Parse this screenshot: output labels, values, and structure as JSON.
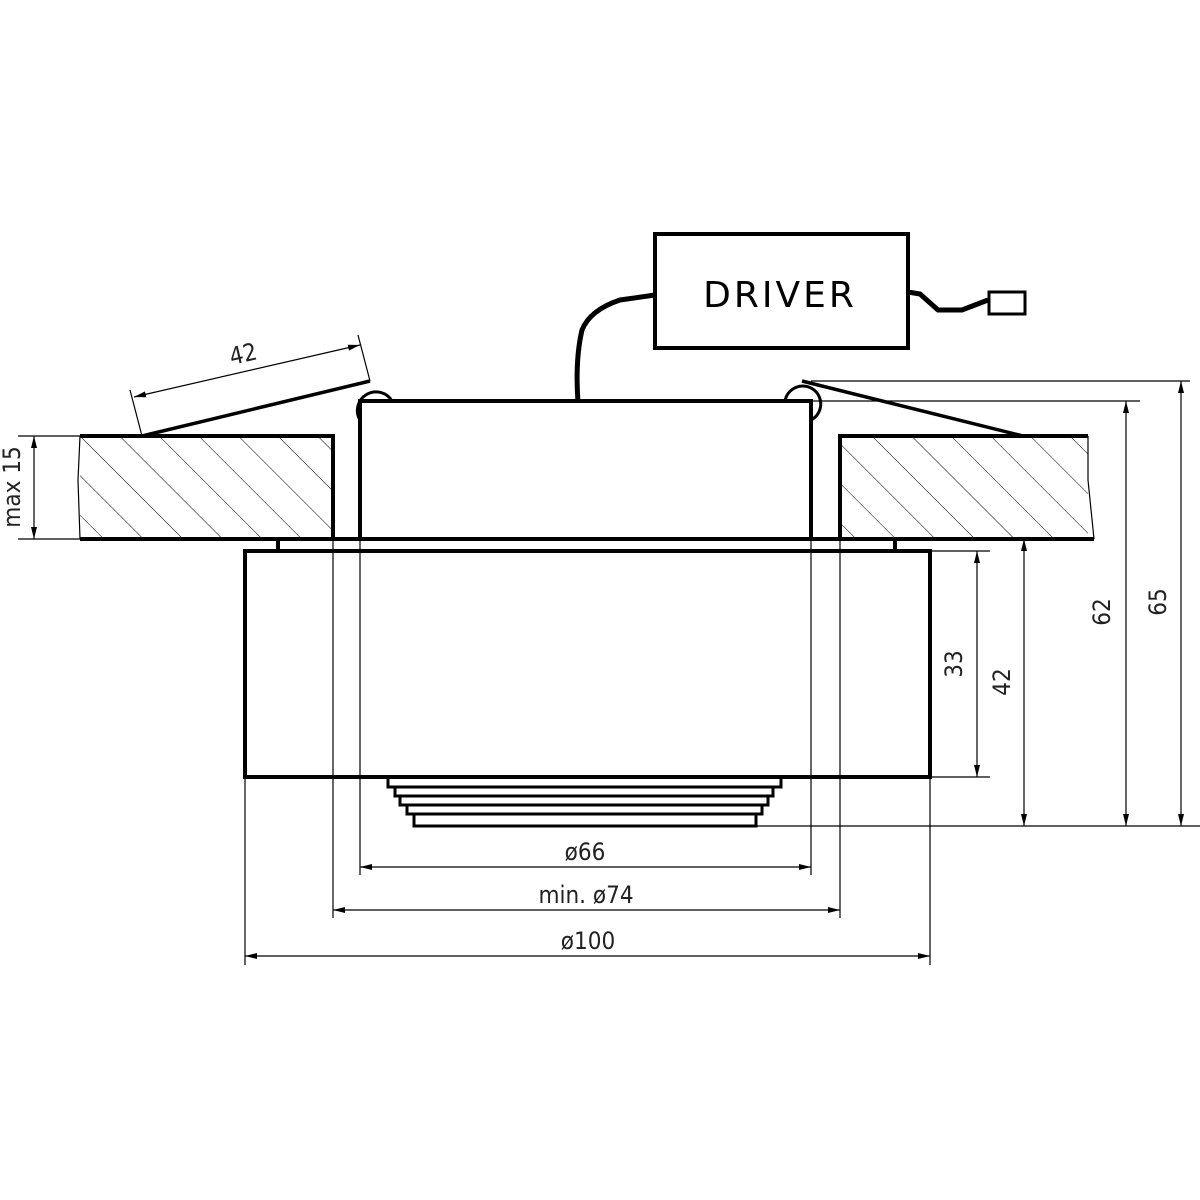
{
  "drawing": {
    "driver_label": "DRIVER",
    "dimensions": {
      "spring_length": "42",
      "max_ceiling": "max 15",
      "body_height": "33",
      "visible_height": "42",
      "height_to_ring": "62",
      "total_height": "65",
      "inner_diameter": "ø66",
      "cutout_diameter": "min. ø74",
      "outer_diameter": "ø100"
    },
    "colors": {
      "line": "#000000",
      "background": "#ffffff"
    }
  }
}
